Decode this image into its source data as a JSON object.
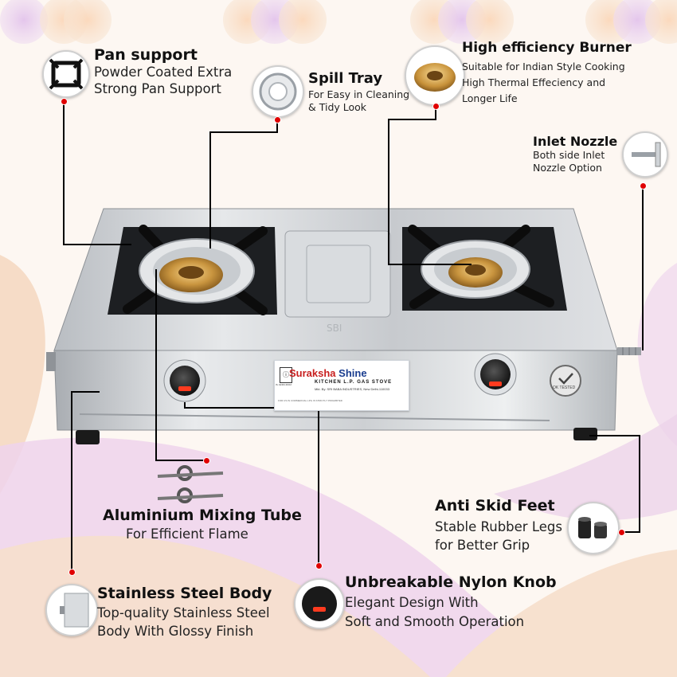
{
  "features": {
    "pan_support": {
      "title": "Pan support",
      "desc": [
        "Powder Coated Extra",
        "Strong Pan Support"
      ]
    },
    "spill_tray": {
      "title": "Spill Tray",
      "desc": [
        "For Easy in Cleaning",
        "& Tidy Look"
      ]
    },
    "burner": {
      "title": "High efficiency Burner",
      "desc": [
        "Suitable for Indian Style Cooking",
        "High Thermal Effeciency and",
        "Longer Life"
      ]
    },
    "inlet": {
      "title": "Inlet Nozzle",
      "desc": [
        "Both side Inlet",
        "Nozzle Option"
      ]
    },
    "mixing_tube": {
      "title": "Aluminium Mixing Tube",
      "desc": [
        "For Efficient Flame"
      ]
    },
    "feet": {
      "title": "Anti Skid Feet",
      "desc": [
        "Stable Rubber Legs",
        "for Better Grip"
      ]
    },
    "body": {
      "title": "Stainless Steel Body",
      "desc": [
        "Top-quality Stainless Steel",
        "Body With Glossy Finish"
      ]
    },
    "knob": {
      "title": "Unbreakable Nylon Knob",
      "desc": [
        "Elegant Design With",
        "Soft and Smooth Operation"
      ]
    }
  },
  "product": {
    "brand_part1": "Suraksha",
    "brand_part2": "Shine",
    "subtitle": "KITCHEN L.P. GAS STOVE",
    "maker": "Mkt. By: SRI BABA INDUSTRIES, New Delhi-110033",
    "fine_print": "FOR US IN COMMERCIAL LPG IS STRICTLY PROHIBITED",
    "ok_badge": "OK TESTED",
    "isi_label": "IS 4246:2002",
    "embossed": "SBI"
  },
  "colors": {
    "accent_red": "#e00000",
    "steel": "#c9ccd0",
    "burner_gold": "#c9a04a"
  }
}
